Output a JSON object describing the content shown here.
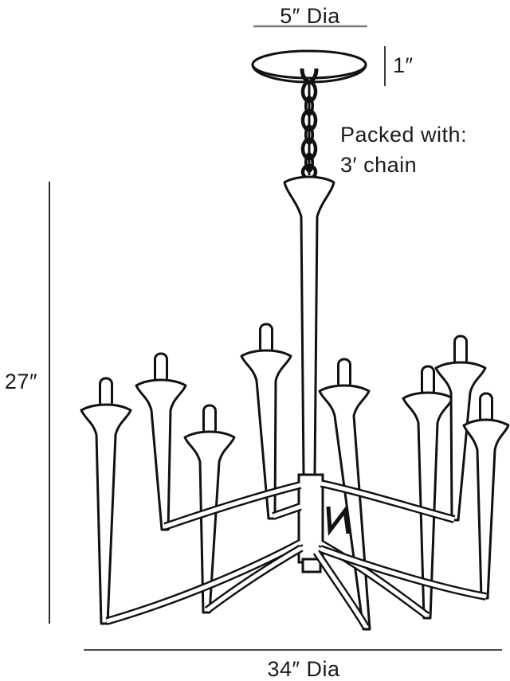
{
  "labels": {
    "canopy_diameter": "5″ Dia",
    "canopy_height": "1″",
    "packed_with_line1": "Packed with:",
    "packed_with_line2": "3′ chain",
    "overall_height": "27″",
    "overall_diameter": "34″ Dia"
  },
  "colors": {
    "ink": "#111111",
    "dimension_line_gray": "#7b7b7b",
    "dimension_line_dark": "#3c3c3c",
    "text": "#1c1c1c",
    "background": "#ffffff"
  }
}
